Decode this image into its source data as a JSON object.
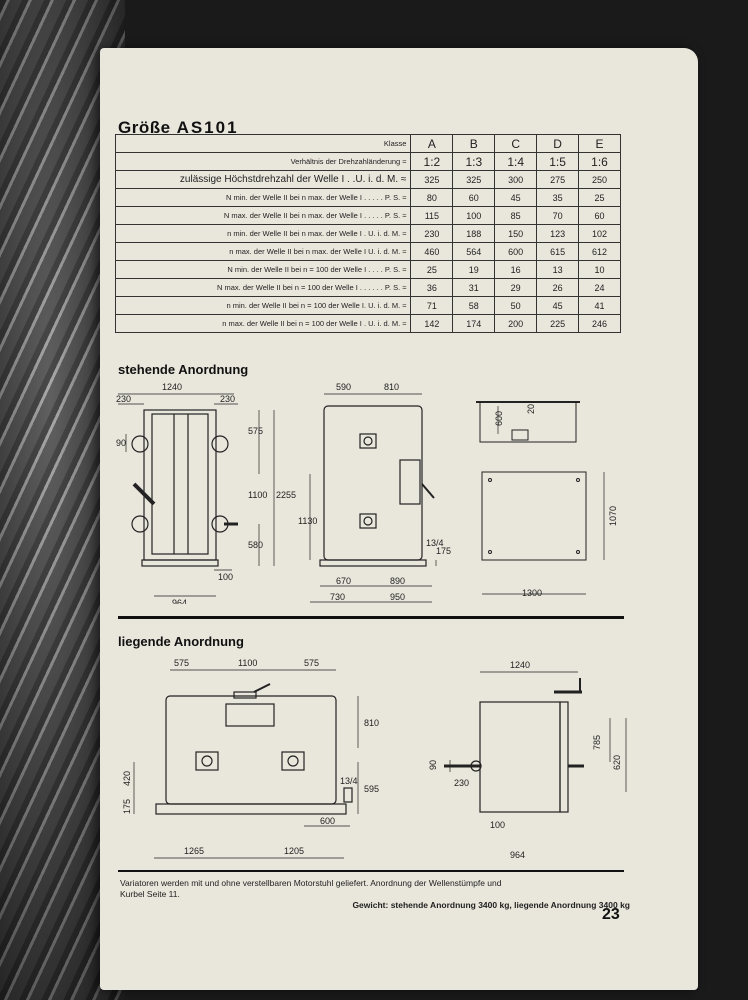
{
  "title": {
    "prefix": "Größe",
    "model": "AS101"
  },
  "table": {
    "klasse_label": "Klasse",
    "columns": [
      "A",
      "B",
      "C",
      "D",
      "E"
    ],
    "rows": [
      {
        "label": "Verhältnis der Drehzahländerung ≈",
        "values": [
          "1:2",
          "1:3",
          "1:4",
          "1:5",
          "1:6"
        ]
      },
      {
        "label": "zulässige Höchstdrehzahl der Welle I . .U. i. d. M. ≈",
        "values": [
          "325",
          "325",
          "300",
          "275",
          "250"
        ]
      },
      {
        "label": "N min. der Welle II bei n max. der Welle I . . . . . P. S. ≈",
        "values": [
          "80",
          "60",
          "45",
          "35",
          "25"
        ]
      },
      {
        "label": "N max. der Welle II bei n max. der Welle I . . . . . P. S. ≈",
        "values": [
          "115",
          "100",
          "85",
          "70",
          "60"
        ]
      },
      {
        "label": "n min. der Welle II bei n max. der Welle I . U. i. d. M. ≈",
        "values": [
          "230",
          "188",
          "150",
          "123",
          "102"
        ]
      },
      {
        "label": "n max. der Welle II bei n max. der Welle I U. i. d. M. ≈",
        "values": [
          "460",
          "564",
          "600",
          "615",
          "612"
        ]
      },
      {
        "label": "N min. der Welle II bei n = 100 der Welle I . . . . P. S. ≈",
        "values": [
          "25",
          "19",
          "16",
          "13",
          "10"
        ]
      },
      {
        "label": "N max. der Welle II bei n = 100 der Welle I . . . . . . P. S. ≈",
        "values": [
          "36",
          "31",
          "29",
          "26",
          "24"
        ]
      },
      {
        "label": "n min. der Welle II bei n = 100 der Welle I. U. i. d. M. ≈",
        "values": [
          "71",
          "58",
          "50",
          "45",
          "41"
        ]
      },
      {
        "label": "n max. der Welle II bei n = 100 der Welle I . U. i. d. M. ≈",
        "values": [
          "142",
          "174",
          "200",
          "225",
          "246"
        ]
      }
    ]
  },
  "sections": {
    "standing": "stehende Anordnung",
    "lying": "liegende Anordnung"
  },
  "dims_standing": {
    "d1240": "1240",
    "d230a": "230",
    "d230b": "230",
    "d90": "90",
    "d575": "575",
    "d1100": "1100",
    "d2255": "2255",
    "d580": "580",
    "d100": "100",
    "d964": "964",
    "d590": "590",
    "d810": "810",
    "d1130": "1130",
    "d13_4": "13/4",
    "d175": "175",
    "d670": "670",
    "d890": "890",
    "d730": "730",
    "d950": "950",
    "d600": "600",
    "d20": "20",
    "d1070": "1070",
    "d1300": "1300"
  },
  "dims_lying": {
    "d575a": "575",
    "d1100": "1100",
    "d575b": "575",
    "d810": "810",
    "d420": "420",
    "d175": "175",
    "d13_4": "13/4",
    "d595": "595",
    "d600": "600",
    "d1265": "1265",
    "d1205": "1205",
    "d1240": "1240",
    "d785": "785",
    "d620": "620",
    "d90": "90",
    "d230": "230",
    "d100": "100",
    "d964": "964"
  },
  "footer": {
    "line1": "Variatoren werden mit und ohne verstellbaren Motorstuhl geliefert. Anordnung der Wellenstümpfe und",
    "line2": "Kurbel Seite 11.",
    "weight": "Gewicht: stehende Anordnung 3400 kg, liegende Anordnung 3400 kg"
  },
  "page_number": "23"
}
